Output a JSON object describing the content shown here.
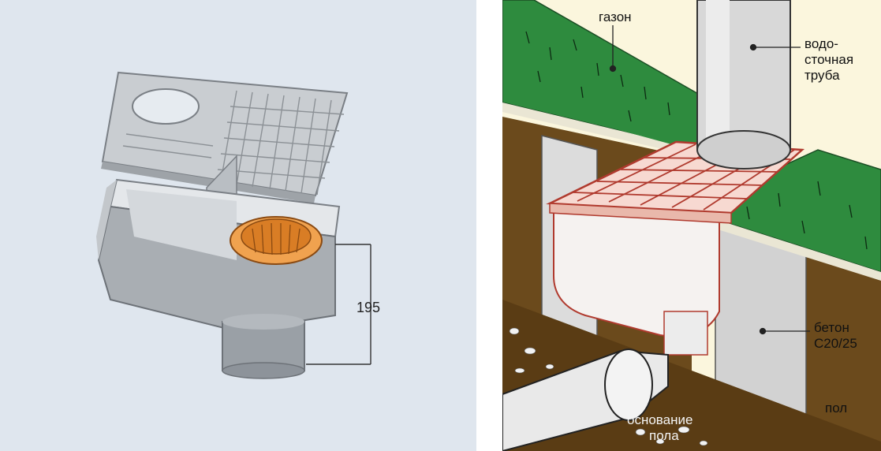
{
  "left_panel": {
    "dimension_value": "195"
  },
  "right_panel": {
    "labels": {
      "lawn": "газон",
      "drain_pipe": [
        "водо-",
        "сточная",
        "труба"
      ],
      "concrete": [
        "бетон",
        "C20/25"
      ],
      "floor": "пол",
      "floor_base": [
        "основание",
        "пола"
      ]
    }
  },
  "colors": {
    "left_bg": "#dfe6ee",
    "right_bg": "#fbf6dd",
    "grass": "#2e8b3e",
    "soil": "#6b4a1c",
    "grate_red": "#c0392b",
    "concrete": "#dcdcdc"
  }
}
